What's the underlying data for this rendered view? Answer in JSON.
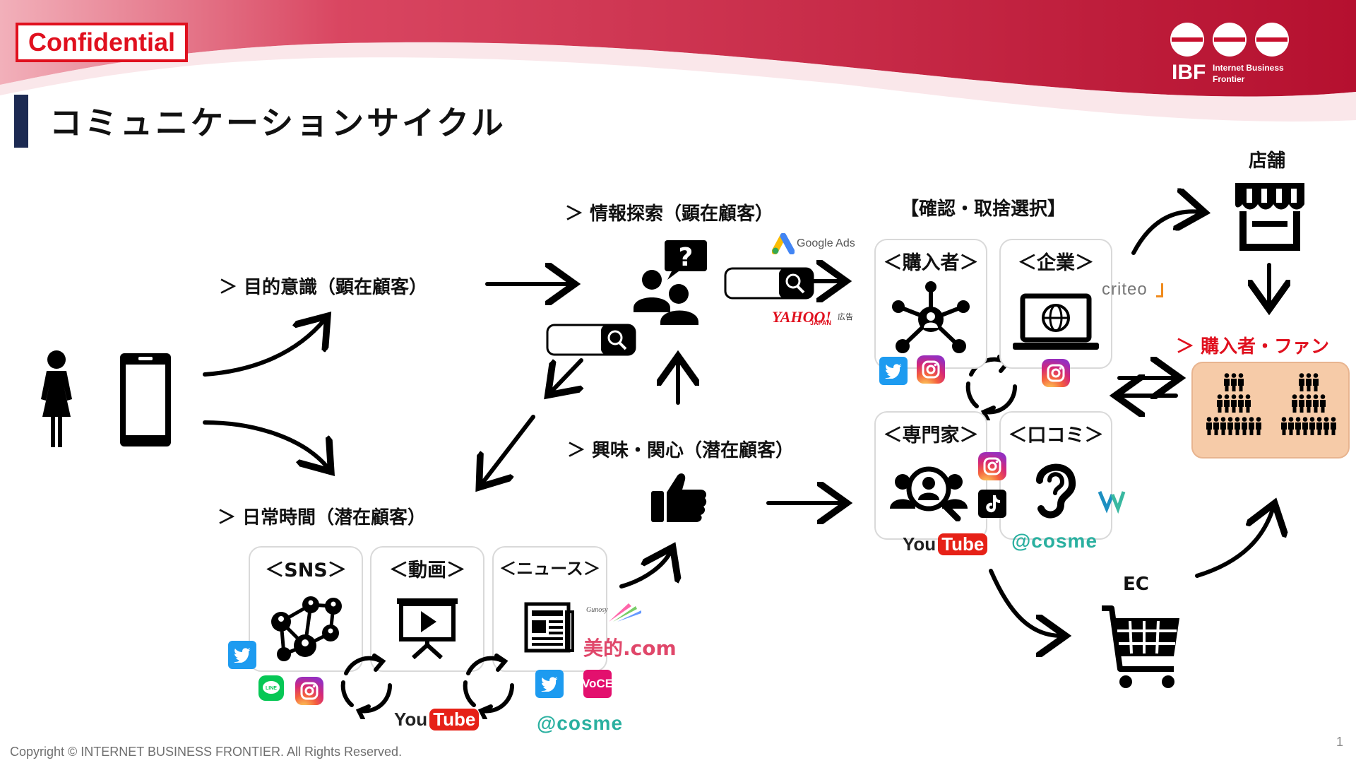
{
  "header": {
    "confidential": "Confidential",
    "title": "コミュニケーションサイクル",
    "logo_text": "IBF",
    "logo_sub1": "Internet Business",
    "logo_sub2": "Frontier"
  },
  "colors": {
    "accent_red": "#c8102e",
    "title_bar": "#1c2a52",
    "fan_box": "#f6cba8",
    "cosme_teal": "#2ab0a0"
  },
  "stages": {
    "purpose": "＞ 目的意識（顕在顧客）",
    "info_search": "＞ 情報探索（顕在顧客）",
    "daily": "＞ 日常時間（潜在顧客）",
    "interest": "＞ 興味・関心（潜在顧客）",
    "confirm": "【確認・取捨選択】",
    "store": "店舗",
    "buyer_fan": "＞ 購入者・ファン",
    "ec": "EC"
  },
  "cards": {
    "sns": "＜SNS＞",
    "video": "＜動画＞",
    "news": "＜ニュース＞",
    "buyer": "＜購入者＞",
    "company": "＜企業＞",
    "expert": "＜専門家＞",
    "kuchikomi": "＜口コミ＞"
  },
  "brands": {
    "google_ads": "Google Ads",
    "yahoo": "YAHOO!",
    "yahoo_japan": "JAPAN",
    "yahoo_ad": "広告",
    "criteo": "criteo",
    "you": "You",
    "tube": "Tube",
    "cosme": "@cosme",
    "gunosy": "Gunosy",
    "biteki": "美的.com",
    "voce": "VoCE"
  },
  "icons": [
    "woman-icon",
    "smartphone-icon",
    "question-person-icon",
    "search-bar-icon",
    "thumbs-up-icon",
    "store-icon",
    "network-icon",
    "laptop-globe-icon",
    "expert-icon",
    "ear-icon",
    "cart-icon",
    "people-crowd-icon",
    "presentation-icon",
    "newspaper-icon",
    "sns-network-icon",
    "cycle-icon",
    "twitter-icon",
    "instagram-icon",
    "line-icon",
    "tiktok-icon"
  ],
  "footer": {
    "copyright": "Copyright © INTERNET BUSINESS FRONTIER. All Rights Reserved.",
    "page": "1"
  }
}
